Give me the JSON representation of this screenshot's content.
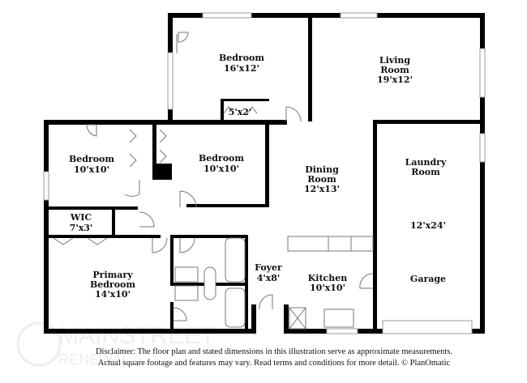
{
  "rooms": {
    "bedroom_top": {
      "name": "Bedroom",
      "size": "16'x12'"
    },
    "living": {
      "name1": "Living",
      "name2": "Room",
      "size": "19'x12'"
    },
    "closet": {
      "size": "5'x2'"
    },
    "bedroom_left": {
      "name": "Bedroom",
      "size": "10'x10'"
    },
    "bedroom_mid": {
      "name": "Bedroom",
      "size": "10'x10'"
    },
    "dining": {
      "name": "Dining",
      "name2": "Room",
      "size": "12'x13'"
    },
    "laundry": {
      "name": "Laundry",
      "name2": "Room"
    },
    "garage": {
      "size": "12'x24'",
      "name": "Garage"
    },
    "wic": {
      "name": "WIC",
      "size": "7'x3'"
    },
    "primary": {
      "name1": "Primary",
      "name2": "Bedroom",
      "size": "14'x10'"
    },
    "foyer": {
      "name": "Foyer",
      "size": "4'x8'"
    },
    "kitchen": {
      "name": "Kitchen",
      "size": "10'x10'"
    }
  },
  "disclaimer": {
    "line1": "Disclaimer: The floor plan and stated dimensions in this illustration serve as approximate measurements.",
    "line2": "Actual square footage and features may vary. Read terms and conditions for more detail. © PlanOmatic"
  },
  "watermark": {
    "line1": "MAINSTREET",
    "line2": "RENEWAL"
  }
}
